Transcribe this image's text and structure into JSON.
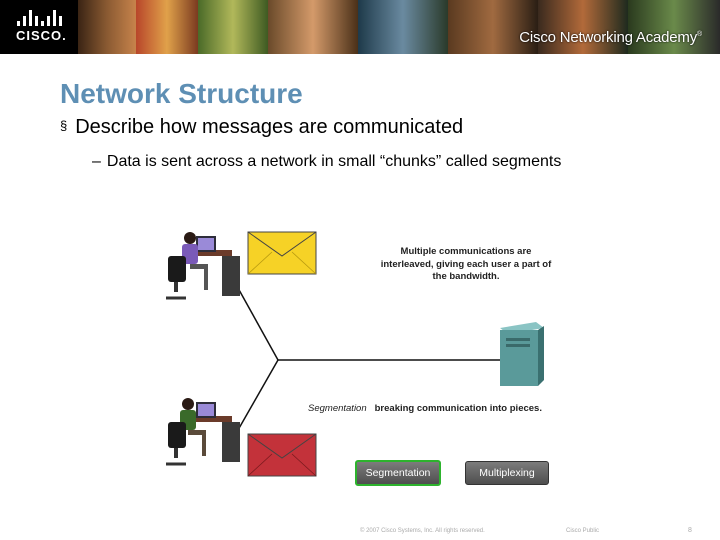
{
  "header": {
    "logo_text": "CISCO.",
    "academy_text": "Cisco Networking Academy",
    "trademark": "®"
  },
  "slide": {
    "title": "Network Structure",
    "bullet_mark": "§",
    "bullet": "Describe how messages are communicated",
    "sub_dash": "–",
    "sub_bullet": "Data is sent across a network in small “chunks” called segments"
  },
  "diagram": {
    "caption_multiplex": "Multiple communications are interleaved, giving each user a part of the bandwidth.",
    "label_term": "Segmentation",
    "label_definition": "breaking communication into pieces.",
    "segmentation_button": "Segmentation",
    "multiplexing_button": "Multiplexing",
    "colors": {
      "envelope_top": "#f6d226",
      "envelope_bottom": "#c3323a",
      "server": "#5a9a9a",
      "button_border_active": "#2db32d"
    }
  },
  "footer": {
    "copyright": "© 2007 Cisco Systems, Inc. All rights reserved.",
    "classification": "Cisco Public",
    "page_number": "8"
  }
}
